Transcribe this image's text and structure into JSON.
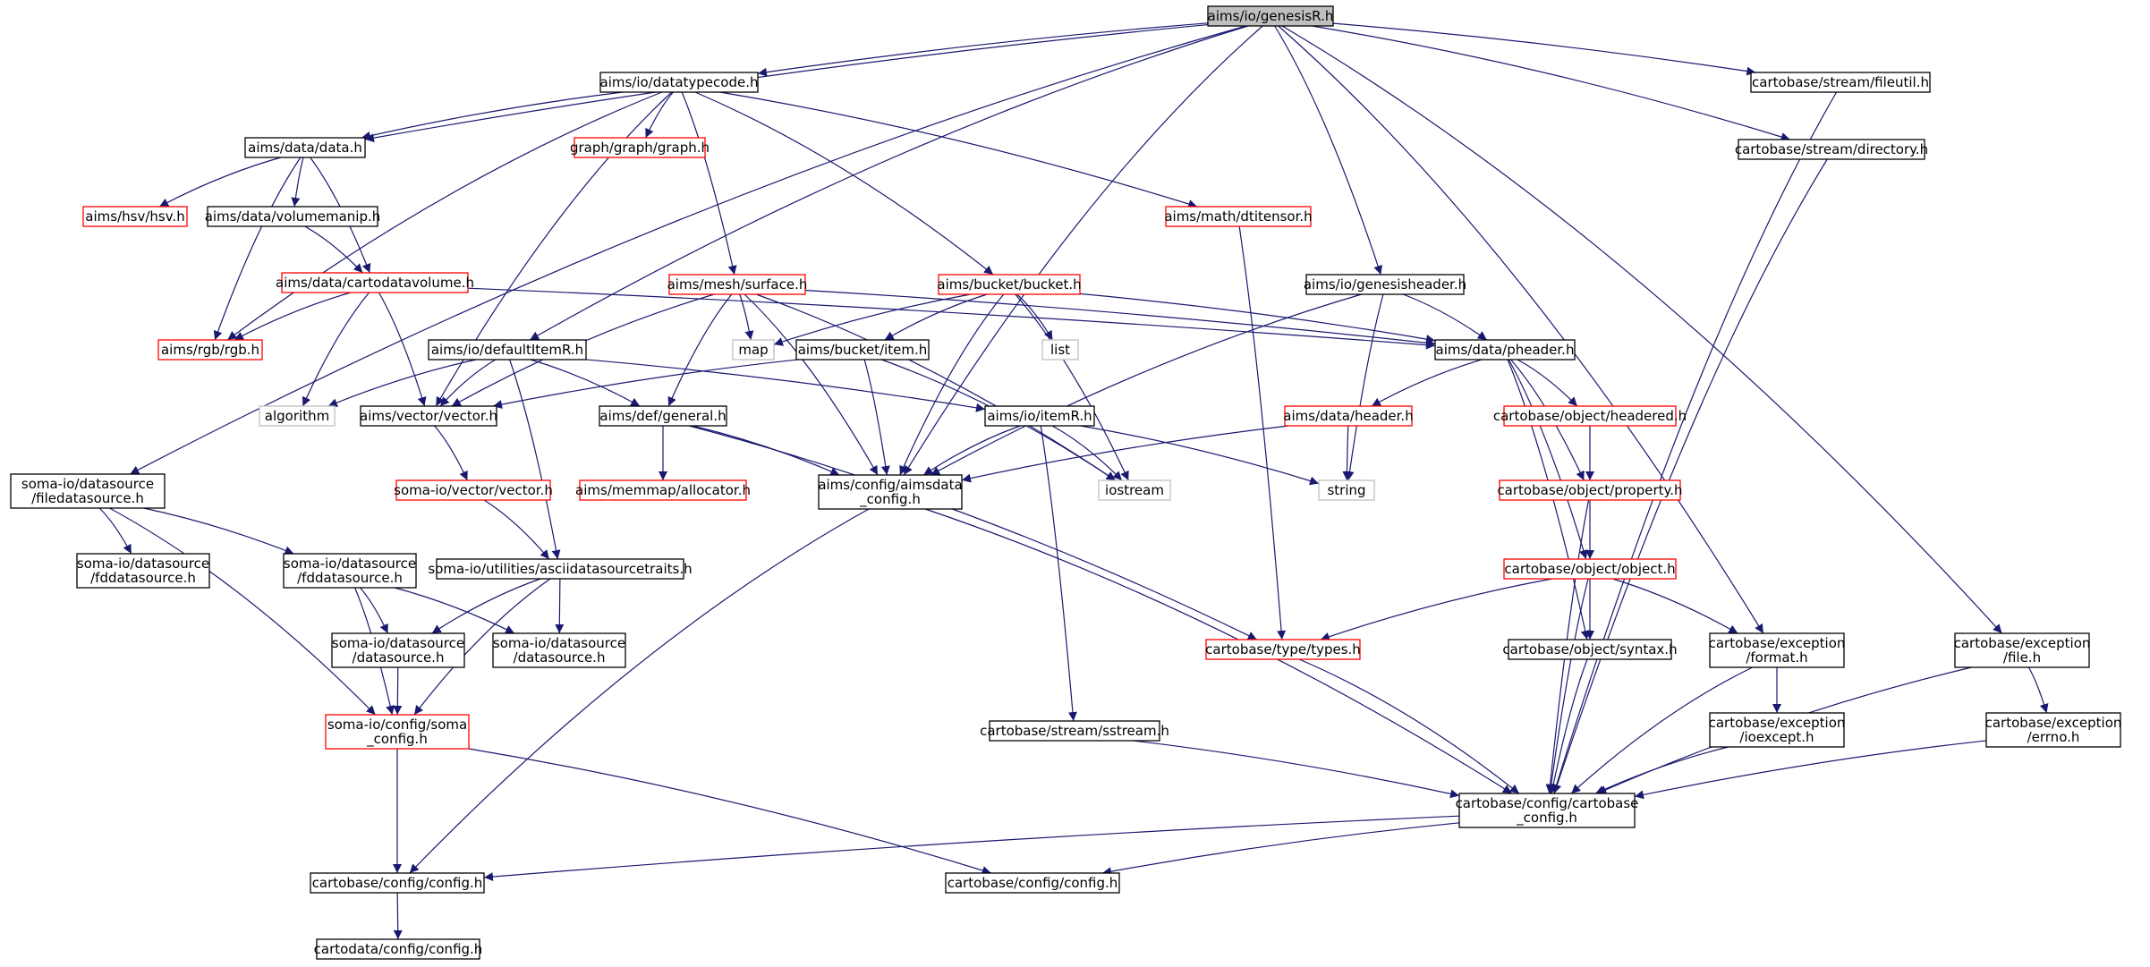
{
  "colors": {
    "edge": "#191970",
    "normal_border": "#000000",
    "red_border": "#ff0000",
    "gray_border": "#bfbfbf",
    "root_fill": "#bfbfbf",
    "fill": "#ffffff"
  },
  "nodes": [
    {
      "id": "genesisR",
      "lines": [
        "aims/io/genesisR.h"
      ],
      "style": "root"
    },
    {
      "id": "datatypecode",
      "lines": [
        "aims/io/datatypecode.h"
      ],
      "style": "normal"
    },
    {
      "id": "fileutil",
      "lines": [
        "cartobase/stream/fileutil.h"
      ],
      "style": "normal"
    },
    {
      "id": "data",
      "lines": [
        "aims/data/data.h"
      ],
      "style": "normal"
    },
    {
      "id": "graph",
      "lines": [
        "graph/graph/graph.h"
      ],
      "style": "red"
    },
    {
      "id": "directory",
      "lines": [
        "cartobase/stream/directory.h"
      ],
      "style": "normal"
    },
    {
      "id": "hsv",
      "lines": [
        "aims/hsv/hsv.h"
      ],
      "style": "red"
    },
    {
      "id": "volumemanip",
      "lines": [
        "aims/data/volumemanip.h"
      ],
      "style": "normal"
    },
    {
      "id": "dtitensor",
      "lines": [
        "aims/math/dtitensor.h"
      ],
      "style": "red"
    },
    {
      "id": "cartodatavolume",
      "lines": [
        "aims/data/cartodatavolume.h"
      ],
      "style": "red"
    },
    {
      "id": "surface",
      "lines": [
        "aims/mesh/surface.h"
      ],
      "style": "red"
    },
    {
      "id": "bucket",
      "lines": [
        "aims/bucket/bucket.h"
      ],
      "style": "red"
    },
    {
      "id": "genesisheader",
      "lines": [
        "aims/io/genesisheader.h"
      ],
      "style": "normal"
    },
    {
      "id": "rgb",
      "lines": [
        "aims/rgb/rgb.h"
      ],
      "style": "red"
    },
    {
      "id": "defaultItemR",
      "lines": [
        "aims/io/defaultItemR.h"
      ],
      "style": "normal"
    },
    {
      "id": "map",
      "lines": [
        "map"
      ],
      "style": "gray"
    },
    {
      "id": "item",
      "lines": [
        "aims/bucket/item.h"
      ],
      "style": "normal"
    },
    {
      "id": "list",
      "lines": [
        "list"
      ],
      "style": "gray"
    },
    {
      "id": "pheader",
      "lines": [
        "aims/data/pheader.h"
      ],
      "style": "normal"
    },
    {
      "id": "algorithm",
      "lines": [
        "algorithm"
      ],
      "style": "gray"
    },
    {
      "id": "vector",
      "lines": [
        "aims/vector/vector.h"
      ],
      "style": "normal"
    },
    {
      "id": "general",
      "lines": [
        "aims/def/general.h"
      ],
      "style": "normal"
    },
    {
      "id": "itemR",
      "lines": [
        "aims/io/itemR.h"
      ],
      "style": "normal"
    },
    {
      "id": "header",
      "lines": [
        "aims/data/header.h"
      ],
      "style": "red"
    },
    {
      "id": "headered",
      "lines": [
        "cartobase/object/headered.h"
      ],
      "style": "red"
    },
    {
      "id": "filedatasource",
      "lines": [
        "soma-io/datasource",
        "/filedatasource.h"
      ],
      "style": "normal"
    },
    {
      "id": "somavector",
      "lines": [
        "soma-io/vector/vector.h"
      ],
      "style": "red"
    },
    {
      "id": "allocator",
      "lines": [
        "aims/memmap/allocator.h"
      ],
      "style": "red"
    },
    {
      "id": "aimsdata_config",
      "lines": [
        "aims/config/aimsdata",
        "_config.h"
      ],
      "style": "normal"
    },
    {
      "id": "iostream",
      "lines": [
        "iostream"
      ],
      "style": "gray"
    },
    {
      "id": "string",
      "lines": [
        "string"
      ],
      "style": "gray"
    },
    {
      "id": "property",
      "lines": [
        "cartobase/object/property.h"
      ],
      "style": "red"
    },
    {
      "id": "fddatasource1",
      "lines": [
        "soma-io/datasource",
        "/fddatasource.h"
      ],
      "style": "normal"
    },
    {
      "id": "fddatasource2",
      "lines": [
        "soma-io/datasource",
        "/fddatasource.h"
      ],
      "style": "normal"
    },
    {
      "id": "asciidatasourcetraits",
      "lines": [
        "soma-io/utilities/asciidatasourcetraits.h"
      ],
      "style": "normal"
    },
    {
      "id": "object",
      "lines": [
        "cartobase/object/object.h"
      ],
      "style": "red"
    },
    {
      "id": "datasource1",
      "lines": [
        "soma-io/datasource",
        "/datasource.h"
      ],
      "style": "normal"
    },
    {
      "id": "datasource2",
      "lines": [
        "soma-io/datasource",
        "/datasource.h"
      ],
      "style": "normal"
    },
    {
      "id": "types",
      "lines": [
        "cartobase/type/types.h"
      ],
      "style": "red"
    },
    {
      "id": "syntax",
      "lines": [
        "cartobase/object/syntax.h"
      ],
      "style": "normal"
    },
    {
      "id": "format",
      "lines": [
        "cartobase/exception",
        "/format.h"
      ],
      "style": "normal"
    },
    {
      "id": "file",
      "lines": [
        "cartobase/exception",
        "/file.h"
      ],
      "style": "normal"
    },
    {
      "id": "soma_config",
      "lines": [
        "soma-io/config/soma",
        "_config.h"
      ],
      "style": "red"
    },
    {
      "id": "sstream",
      "lines": [
        "cartobase/stream/sstream.h"
      ],
      "style": "normal"
    },
    {
      "id": "ioexcept",
      "lines": [
        "cartobase/exception",
        "/ioexcept.h"
      ],
      "style": "normal"
    },
    {
      "id": "errno",
      "lines": [
        "cartobase/exception",
        "/errno.h"
      ],
      "style": "normal"
    },
    {
      "id": "cartobase_config",
      "lines": [
        "cartobase/config/cartobase",
        "_config.h"
      ],
      "style": "normal"
    },
    {
      "id": "config1",
      "lines": [
        "cartobase/config/config.h"
      ],
      "style": "normal"
    },
    {
      "id": "config2",
      "lines": [
        "cartobase/config/config.h"
      ],
      "style": "normal"
    },
    {
      "id": "cartodata_config",
      "lines": [
        "cartodata/config/config.h"
      ],
      "style": "normal"
    }
  ],
  "edges": [
    [
      "genesisR",
      "datatypecode"
    ],
    [
      "genesisR",
      "fileutil"
    ],
    [
      "genesisR",
      "data"
    ],
    [
      "genesisR",
      "directory"
    ],
    [
      "genesisR",
      "genesisheader"
    ],
    [
      "genesisR",
      "defaultItemR"
    ],
    [
      "genesisR",
      "filedatasource"
    ],
    [
      "genesisR",
      "aimsdata_config"
    ],
    [
      "genesisR",
      "format"
    ],
    [
      "genesisR",
      "file"
    ],
    [
      "datatypecode",
      "data"
    ],
    [
      "datatypecode",
      "graph"
    ],
    [
      "datatypecode",
      "dtitensor"
    ],
    [
      "datatypecode",
      "surface"
    ],
    [
      "datatypecode",
      "bucket"
    ],
    [
      "datatypecode",
      "rgb"
    ],
    [
      "datatypecode",
      "vector"
    ],
    [
      "fileutil",
      "cartobase_config"
    ],
    [
      "directory",
      "cartobase_config"
    ],
    [
      "data",
      "hsv"
    ],
    [
      "data",
      "volumemanip"
    ],
    [
      "data",
      "cartodatavolume"
    ],
    [
      "data",
      "rgb"
    ],
    [
      "volumemanip",
      "cartodatavolume"
    ],
    [
      "dtitensor",
      "types"
    ],
    [
      "cartodatavolume",
      "rgb"
    ],
    [
      "cartodatavolume",
      "algorithm"
    ],
    [
      "cartodatavolume",
      "vector"
    ],
    [
      "cartodatavolume",
      "pheader"
    ],
    [
      "surface",
      "map"
    ],
    [
      "surface",
      "vector"
    ],
    [
      "surface",
      "general"
    ],
    [
      "surface",
      "aimsdata_config"
    ],
    [
      "surface",
      "iostream"
    ],
    [
      "surface",
      "pheader"
    ],
    [
      "bucket",
      "map"
    ],
    [
      "bucket",
      "item"
    ],
    [
      "bucket",
      "list"
    ],
    [
      "bucket",
      "pheader"
    ],
    [
      "bucket",
      "aimsdata_config"
    ],
    [
      "bucket",
      "iostream"
    ],
    [
      "genesisheader",
      "pheader"
    ],
    [
      "genesisheader",
      "string"
    ],
    [
      "genesisheader",
      "aimsdata_config"
    ],
    [
      "defaultItemR",
      "algorithm"
    ],
    [
      "defaultItemR",
      "vector"
    ],
    [
      "defaultItemR",
      "general"
    ],
    [
      "defaultItemR",
      "itemR"
    ],
    [
      "defaultItemR",
      "asciidatasourcetraits"
    ],
    [
      "item",
      "vector"
    ],
    [
      "item",
      "aimsdata_config"
    ],
    [
      "item",
      "iostream"
    ],
    [
      "pheader",
      "header"
    ],
    [
      "pheader",
      "headered"
    ],
    [
      "pheader",
      "property"
    ],
    [
      "pheader",
      "object"
    ],
    [
      "pheader",
      "syntax"
    ],
    [
      "vector",
      "somavector"
    ],
    [
      "general",
      "allocator"
    ],
    [
      "general",
      "aimsdata_config"
    ],
    [
      "general",
      "types"
    ],
    [
      "itemR",
      "aimsdata_config"
    ],
    [
      "itemR",
      "iostream"
    ],
    [
      "itemR",
      "string"
    ],
    [
      "itemR",
      "sstream"
    ],
    [
      "header",
      "aimsdata_config"
    ],
    [
      "header",
      "string"
    ],
    [
      "headered",
      "property"
    ],
    [
      "filedatasource",
      "fddatasource1"
    ],
    [
      "filedatasource",
      "fddatasource2"
    ],
    [
      "filedatasource",
      "soma_config"
    ],
    [
      "somavector",
      "asciidatasourcetraits"
    ],
    [
      "aimsdata_config",
      "cartobase_config"
    ],
    [
      "aimsdata_config",
      "config1"
    ],
    [
      "property",
      "object"
    ],
    [
      "property",
      "cartobase_config"
    ],
    [
      "fddatasource2",
      "datasource1"
    ],
    [
      "fddatasource2",
      "datasource2"
    ],
    [
      "fddatasource2",
      "soma_config"
    ],
    [
      "asciidatasourcetraits",
      "datasource1"
    ],
    [
      "asciidatasourcetraits",
      "datasource2"
    ],
    [
      "asciidatasourcetraits",
      "soma_config"
    ],
    [
      "object",
      "types"
    ],
    [
      "object",
      "syntax"
    ],
    [
      "object",
      "format"
    ],
    [
      "object",
      "cartobase_config"
    ],
    [
      "datasource1",
      "soma_config"
    ],
    [
      "types",
      "cartobase_config"
    ],
    [
      "syntax",
      "cartobase_config"
    ],
    [
      "format",
      "ioexcept"
    ],
    [
      "format",
      "cartobase_config"
    ],
    [
      "file",
      "errno"
    ],
    [
      "file",
      "cartobase_config"
    ],
    [
      "soma_config",
      "config1"
    ],
    [
      "soma_config",
      "config2"
    ],
    [
      "sstream",
      "cartobase_config"
    ],
    [
      "ioexcept",
      "cartobase_config"
    ],
    [
      "errno",
      "cartobase_config"
    ],
    [
      "cartobase_config",
      "config1"
    ],
    [
      "cartobase_config",
      "config2"
    ],
    [
      "config1",
      "cartodata_config"
    ]
  ]
}
